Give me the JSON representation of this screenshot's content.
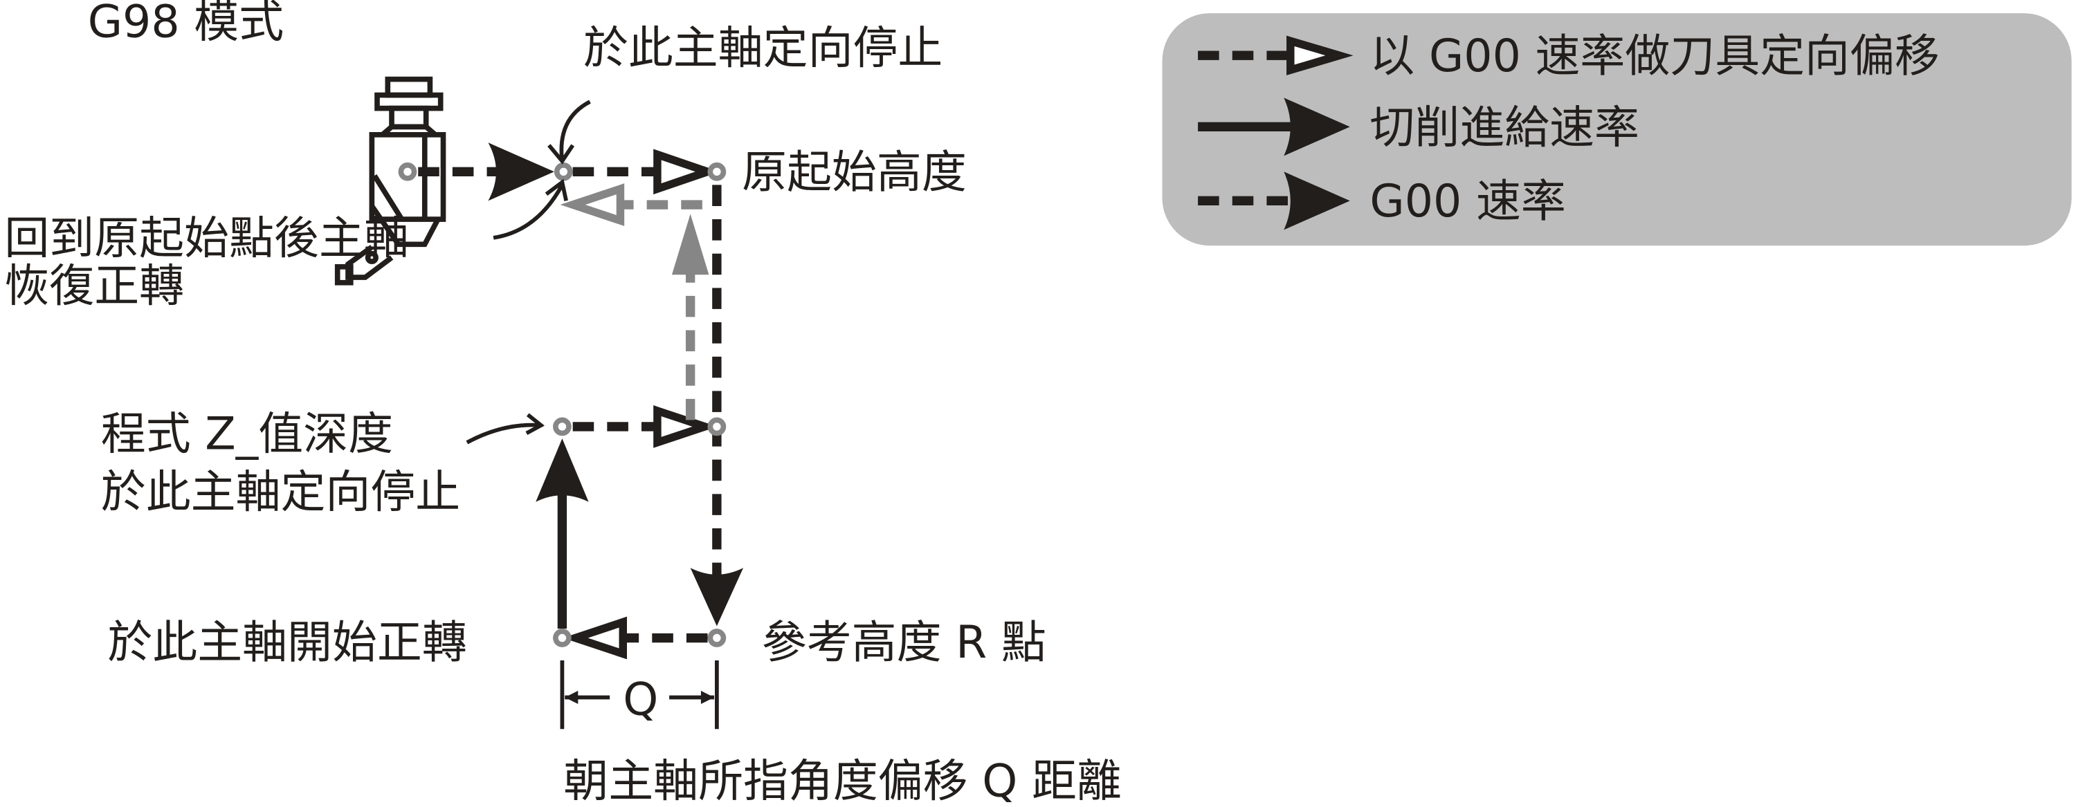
{
  "mode_title": "G98 模式",
  "labels": {
    "top_orient_stop": "於此主軸定向停止",
    "initial_height": "原起始高度",
    "return_line1": "回到原起始點後主軸",
    "return_line2": "恢復正轉",
    "z_depth_line1": "程式 Z_值深度",
    "z_depth_line2": "於此主軸定向停止",
    "spindle_start": "於此主軸開始正轉",
    "r_point": "參考高度 R 點",
    "q_dim": "Q",
    "shift_caption": "朝主軸所指角度偏移 Q 距離"
  },
  "legend": {
    "items": [
      {
        "label": "以 G00 速率做刀具定向偏移",
        "icon": "dashed-hollow-arrow"
      },
      {
        "label": "切削進給速率",
        "icon": "solid-arrow"
      },
      {
        "label": "G00 速率",
        "icon": "dashed-filled-arrow"
      }
    ]
  },
  "colors": {
    "ink": "#221e1c",
    "gray_path": "#868686",
    "legend_bg": "#bdbdbd"
  }
}
